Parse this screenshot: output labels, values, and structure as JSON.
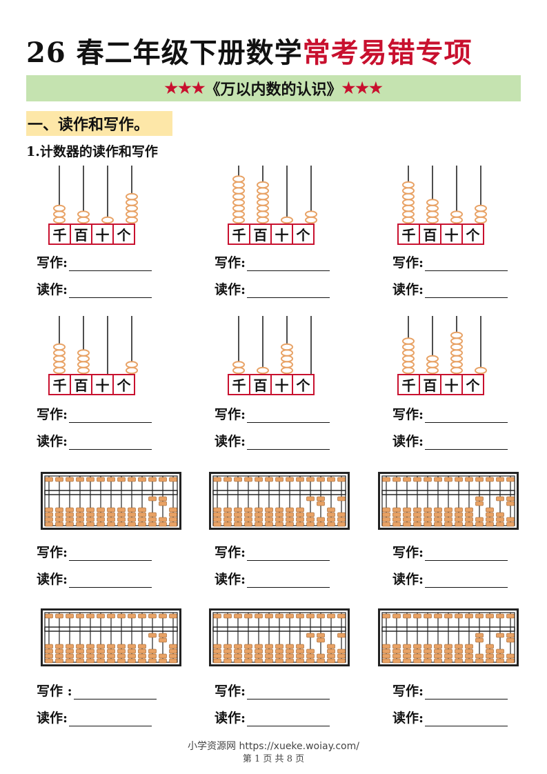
{
  "title": {
    "prefix": "26 春二年级下册数学",
    "highlight": "常考易错专项"
  },
  "banner": {
    "stars_left": "★★★",
    "text": "《万以内数的认识》",
    "stars_right": "★★★"
  },
  "section": "一、读作和写作。",
  "question": "1.计数器的读作和写作",
  "places": [
    "千",
    "百",
    "十",
    "个"
  ],
  "labels": {
    "write": "写作:",
    "read": "读作:",
    "write_alt": "写作 :"
  },
  "counters": [
    {
      "beads": [
        3,
        2,
        1,
        5
      ]
    },
    {
      "beads": [
        8,
        7,
        1,
        2
      ]
    },
    {
      "beads": [
        7,
        4,
        2,
        3
      ]
    },
    {
      "beads": [
        5,
        4,
        0,
        2
      ]
    },
    {
      "beads": [
        2,
        1,
        5,
        0
      ]
    },
    {
      "beads": [
        6,
        3,
        7,
        1
      ]
    }
  ],
  "footer": {
    "site": "小学资源网 https://xueke.woiay.com/",
    "page": "第 1 页 共 8 页"
  },
  "colors": {
    "accent": "#c8102e",
    "bead": "#e8a265",
    "banner": "#c5e3b0",
    "section_bg": "#fde7a8"
  }
}
